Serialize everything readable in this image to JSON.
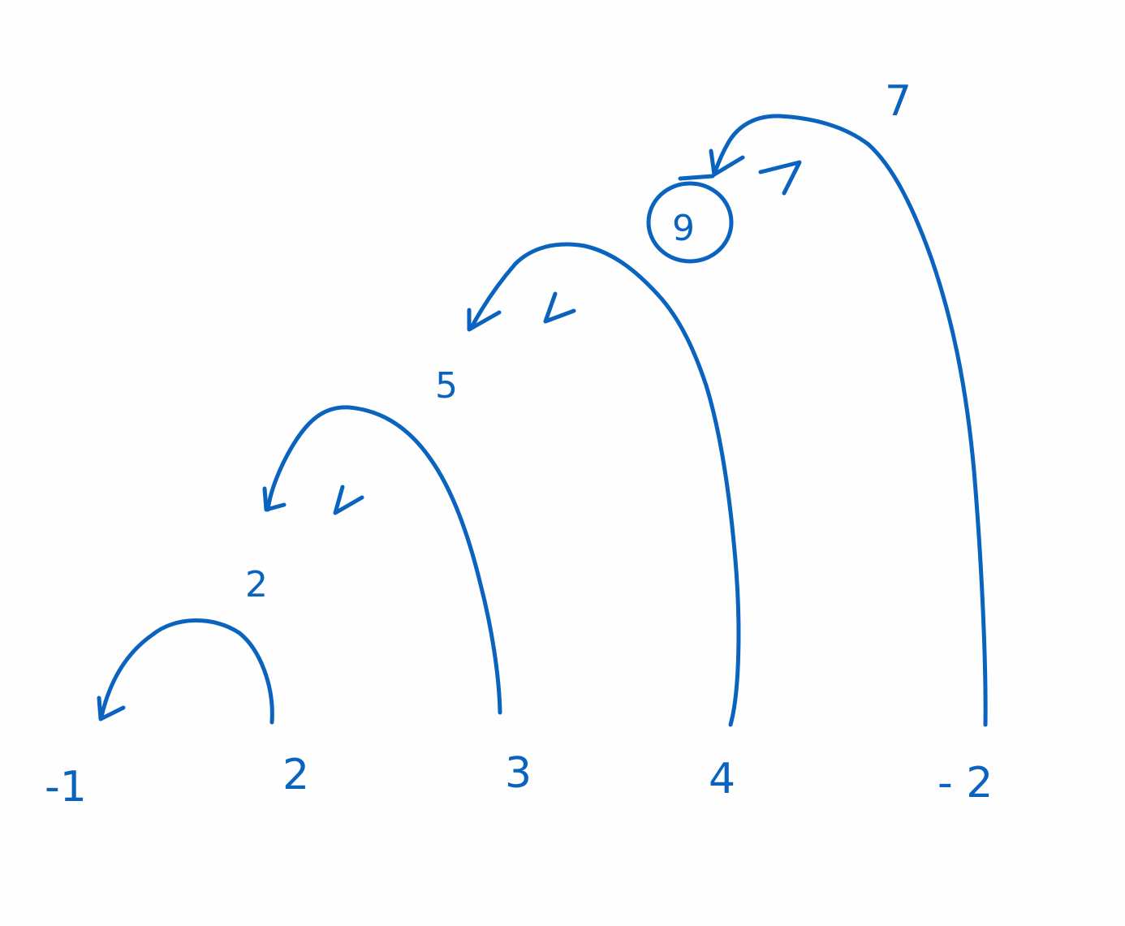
{
  "numbers": [
    {
      "label": "-1"
    },
    {
      "label": "2"
    },
    {
      "label": "3"
    },
    {
      "label": "4"
    },
    {
      "label": "- 2"
    }
  ],
  "jump_values": [
    {
      "label": "2"
    },
    {
      "label": "5"
    },
    {
      "label": "9"
    },
    {
      "label": "7"
    }
  ],
  "ink_color": "#0a63bf"
}
